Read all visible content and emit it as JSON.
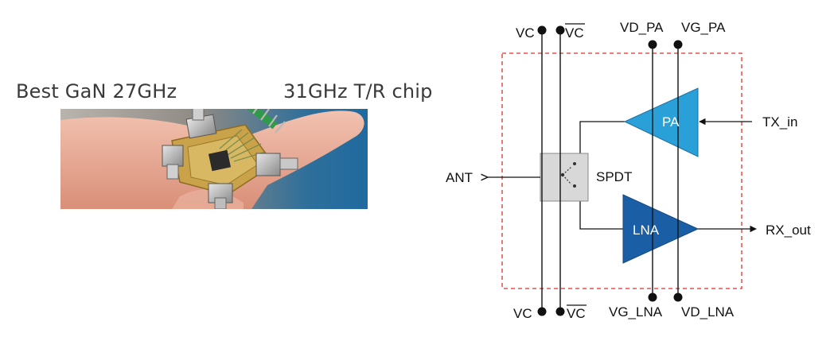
{
  "photo": {
    "caption_left": "Best GaN 27GHz",
    "caption_right": "31GHz T/R chip"
  },
  "diagram": {
    "top_labels": {
      "vc": "VC",
      "vc_bar": "VC",
      "vd_pa": "VD_PA",
      "vg_pa": "VG_PA"
    },
    "bottom_labels": {
      "vc": "VC",
      "vc_bar": "VC",
      "vg_lna": "VG_LNA",
      "vd_lna": "VD_LNA"
    },
    "ant": "ANT",
    "switch_label": "SPDT",
    "pa_label": "PA",
    "lna_label": "LNA",
    "tx_in": "TX_in",
    "rx_out": "RX_out",
    "colors": {
      "pa_fill": "#2aa0d8",
      "lna_fill": "#1a5fa6",
      "switch_fill": "#d8d8d8",
      "boundary": "#e0312b"
    }
  }
}
